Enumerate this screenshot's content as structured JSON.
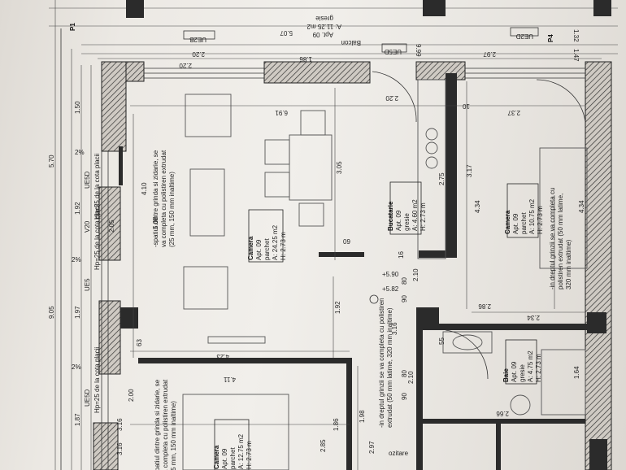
{
  "balcony": {
    "lines": [
      "Balcon",
      "Apt. 09",
      "gresie",
      "A: 11.25 m2"
    ],
    "tags": [
      "UE2B",
      "UE5D",
      "UE2D"
    ],
    "dims": [
      "2.20",
      "5.07",
      "2.97",
      "9.99",
      "1.32",
      "1.47"
    ]
  },
  "markers": {
    "p1": "P1",
    "p4": "P4"
  },
  "rooms": [
    {
      "id": "camera_main",
      "lines": [
        "Camera",
        "Apt. 09",
        "parchet",
        "A: 24.25 m2",
        "H: 2.73 m"
      ]
    },
    {
      "id": "bucatarie",
      "lines": [
        "Bucatarie",
        "Apt. 09",
        "gresie",
        "A: 4.60 m2",
        "H: 2.73 m"
      ]
    },
    {
      "id": "camera_right",
      "lines": [
        "Camera",
        "Apt. 09",
        "parchet",
        "A: 10.75 m2",
        "H: 2.73 m"
      ]
    },
    {
      "id": "baie",
      "lines": [
        "Baie",
        "Apt. 09",
        "gresie",
        "A: 4.75 m2",
        "H: 2.73 m"
      ]
    },
    {
      "id": "camera_bottom",
      "lines": [
        "Camera",
        "Apt. 09",
        "parchet",
        "A: 12.75 m2",
        "H: 2.73 m"
      ]
    }
  ],
  "notes": {
    "left_top": [
      "-spatiul dintre grinda si zidarie, se",
      "va completa cu polistiren extrudat",
      "(25 mm, 150 mm inaltime)"
    ],
    "left_bottom": [
      "-spatiul dintre grinda si zidarie, se",
      "va completa cu polistiren extrudat",
      "(25 mm, 150 mm inaltime)"
    ],
    "right": [
      "-in dreptul grinzii se va completa cu",
      "polistiren extrudat (50 mm latime,",
      "320 mm inaltime)"
    ],
    "center": [
      "-in dreptul grinzii se va completa cu polistiren",
      "extrudat (50 mm latime, 320 mm inaltime)"
    ],
    "level": [
      "+5.90",
      "+5.82"
    ],
    "wall_tags": [
      "UE5D",
      "UE5",
      "UE5D",
      "Hp=25 de la cota placii",
      "Hp=25 de la cota placii",
      "Hp=25 de la cota placii"
    ]
  },
  "dims_left": [
    "5.70",
    "1.50",
    "9.05",
    "1.92",
    "1.97",
    "1.87",
    "2.05",
    "2.00",
    "3.16",
    "V20",
    "2%",
    "2%",
    "2%"
  ],
  "dims_inner": [
    "2.20",
    "1.86",
    "6.91",
    "2.20",
    "2.37",
    "10",
    "3.05",
    "4.10",
    "5.08",
    "3.17",
    "4.34",
    "4.34",
    "2.75",
    "09",
    "1.92",
    "4.23",
    "3.16",
    "2.34",
    "2.86",
    "1.98",
    "2.97",
    "1.86",
    "4.11",
    "2.85",
    "2.10",
    "80",
    "90",
    "16",
    "2.10",
    "80",
    "90",
    "55",
    "1.64",
    "2.66",
    "63",
    "3.16"
  ],
  "bottom_label": "ozitare"
}
